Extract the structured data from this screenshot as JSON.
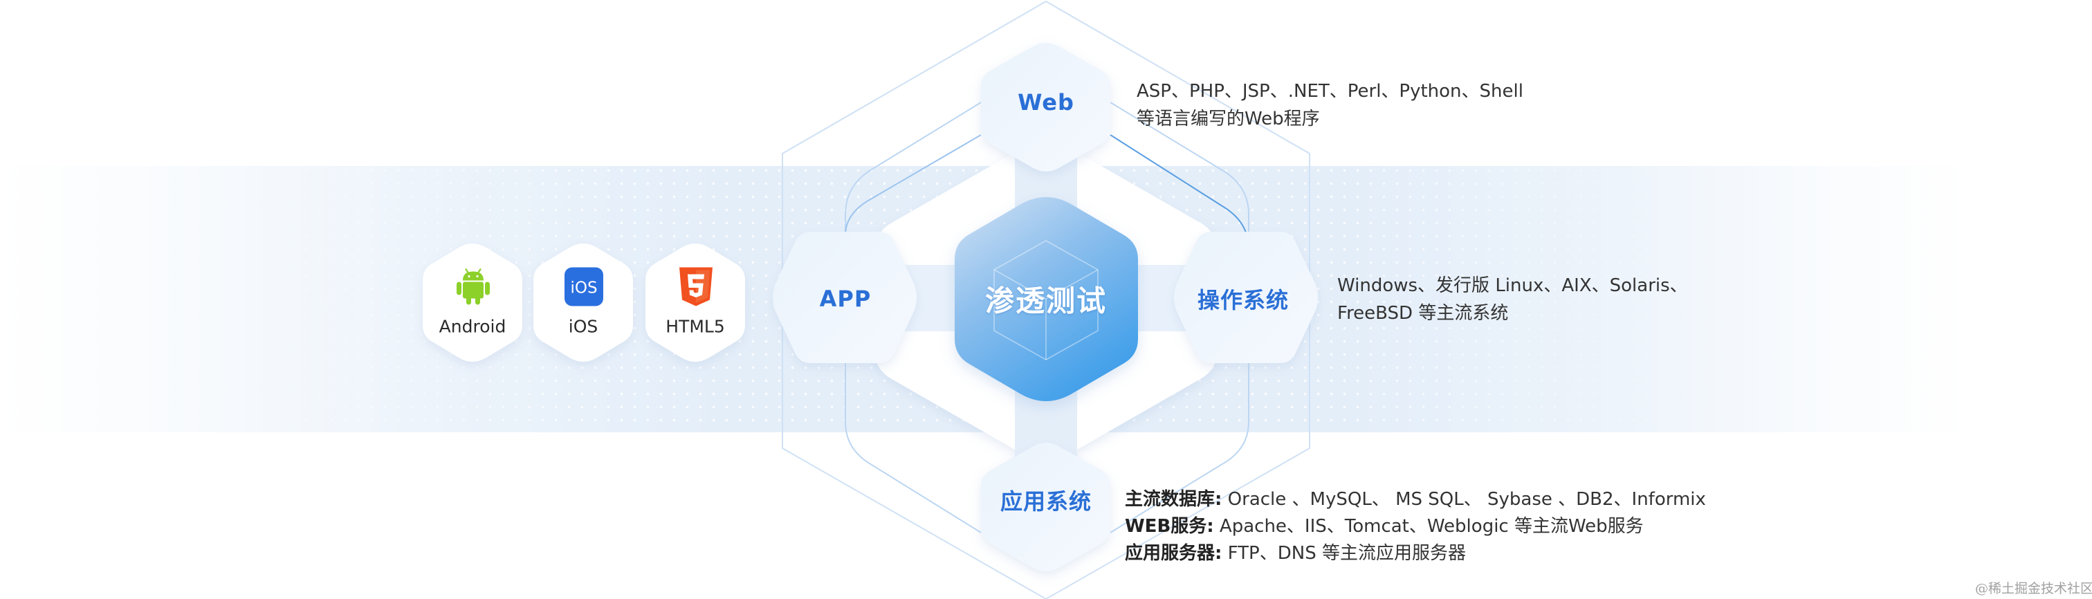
{
  "diagram": {
    "center": {
      "label": "渗透测试"
    },
    "nodes": {
      "web": {
        "label": "Web",
        "description": [
          "ASP、PHP、JSP、.NET、Perl、Python、Shell",
          "等语言编写的Web程序"
        ]
      },
      "app": {
        "label": "APP"
      },
      "os": {
        "label": "操作系统",
        "description": [
          "Windows、发行版 Linux、AIX、Solaris、",
          "FreeBSD 等主流系统"
        ]
      },
      "appsys": {
        "label": "应用系统",
        "description": [
          {
            "key": "主流数据库:",
            "value": " Oracle 、MySQL、 MS SQL、 Sybase 、DB2、Informix"
          },
          {
            "key": "WEB服务:",
            "value": " Apache、IIS、Tomcat、Weblogic 等主流Web服务"
          },
          {
            "key": "应用服务器:",
            "value": " FTP、DNS 等主流应用服务器"
          }
        ]
      }
    },
    "platforms": [
      {
        "label": "Android",
        "icon": "android-icon",
        "color": "#8cd02a"
      },
      {
        "label": "iOS",
        "icon": "ios-icon",
        "color": "#2a6fdf",
        "icon_text": "iOS"
      },
      {
        "label": "HTML5",
        "icon": "html5-icon",
        "color": "#f1501f",
        "icon_text": "5"
      }
    ]
  },
  "colors": {
    "accent": "#2a6fd6",
    "band": "#e4eef9",
    "center_top": "#c9dcf2",
    "center_bottom": "#4a9fe6",
    "text": "#333333"
  },
  "watermark": "@稀土掘金技术社区"
}
